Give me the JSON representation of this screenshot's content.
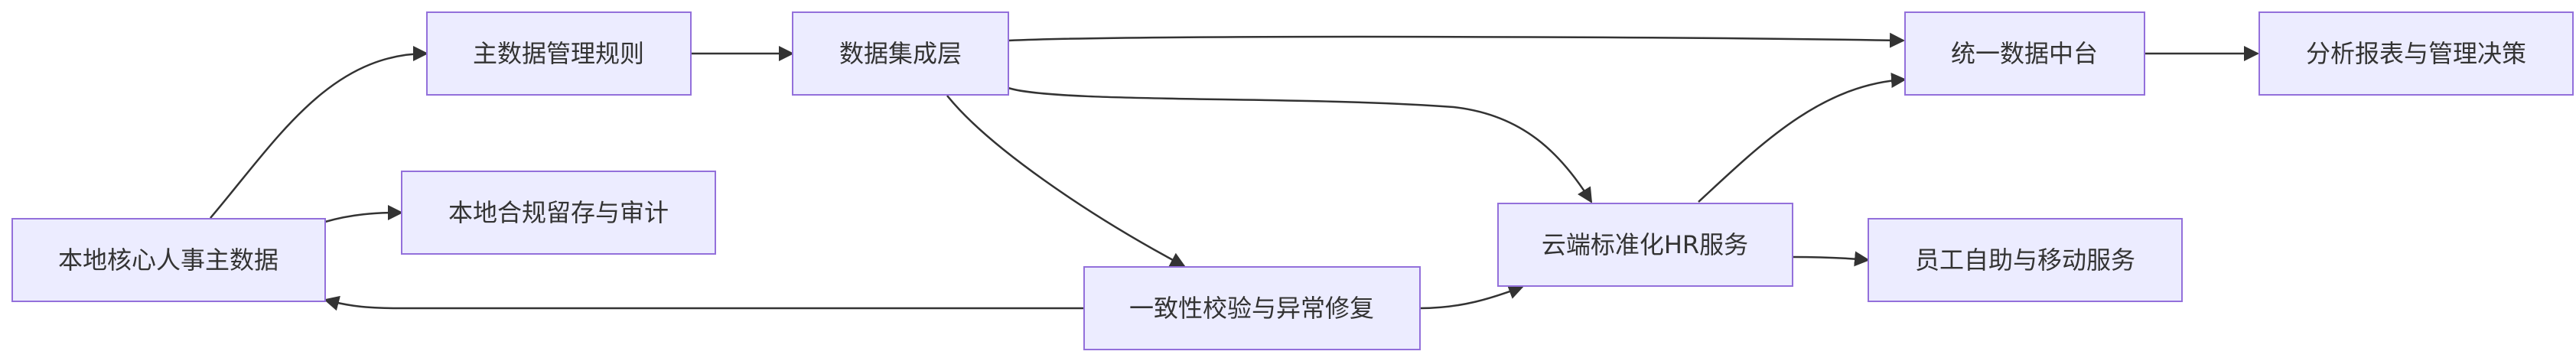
{
  "nodes": {
    "local_core": "本地核心人事主数据",
    "mdm_rules": "主数据管理规则",
    "integration": "数据集成层",
    "compliance": "本地合规留存与审计",
    "consistency": "一致性校验与异常修复",
    "cloud_hr": "云端标准化HR服务",
    "data_platform": "统一数据中台",
    "self_service": "员工自助与移动服务",
    "analytics": "分析报表与管理决策"
  },
  "colors": {
    "node_fill": "#ececff",
    "node_border": "#9370db",
    "edge": "#333333",
    "text": "#333333"
  }
}
